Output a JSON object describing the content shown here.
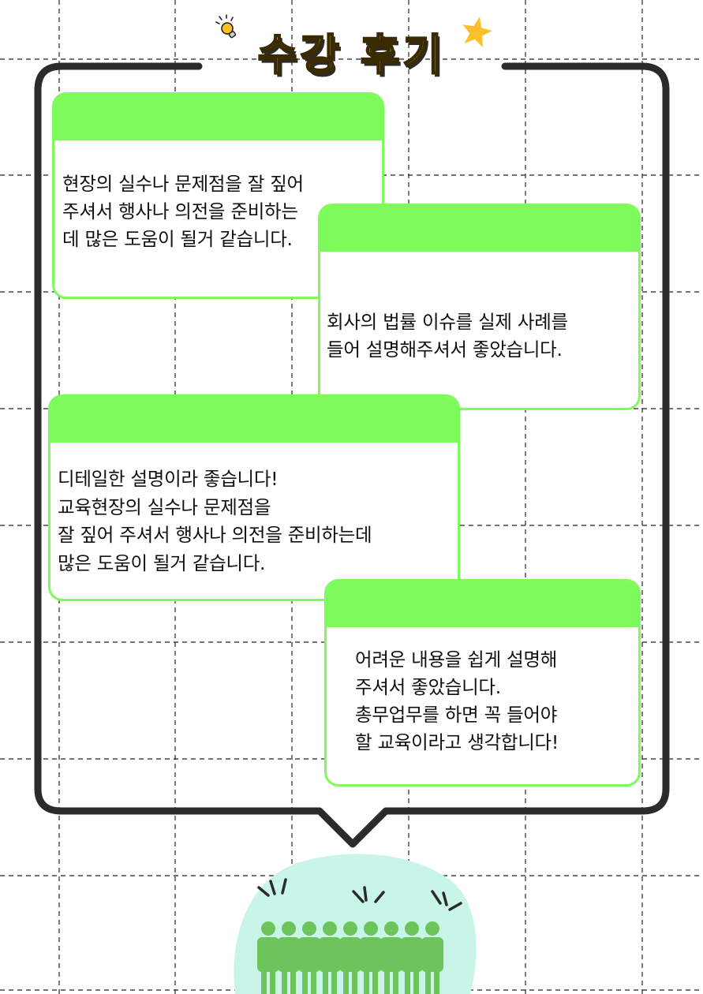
{
  "title": "수강 후기",
  "icons": {
    "top_left": "lightbulb-icon",
    "top_right": "star-icon",
    "bottom": "people-group-icon"
  },
  "colors": {
    "card_green": "#7dfb5a",
    "title_yellow": "#f9c544",
    "frame_dark": "#2b2b2b",
    "people_green": "#6cc45a",
    "blob_mint": "#c9f5e8",
    "star_yellow": "#f9c02a"
  },
  "reviews": [
    {
      "text": "현장의 실수나 문제점을 잘 짚어\n주셔서 행사나 의전을 준비하는\n데 많은 도움이 될거 같습니다."
    },
    {
      "text": "회사의 법률 이슈를 실제 사례를\n들어 설명해주셔서 좋았습니다."
    },
    {
      "text": "디테일한 설명이라 좋습니다!\n교육현장의 실수나 문제점을\n잘 짚어 주셔서 행사나 의전을 준비하는데\n많은 도움이 될거 같습니다."
    },
    {
      "text": "어려운 내용을 쉽게 설명해\n주셔서 좋았습니다.\n총무업무를 하면 꼭 들어야\n할 교육이라고 생각합니다!"
    }
  ]
}
